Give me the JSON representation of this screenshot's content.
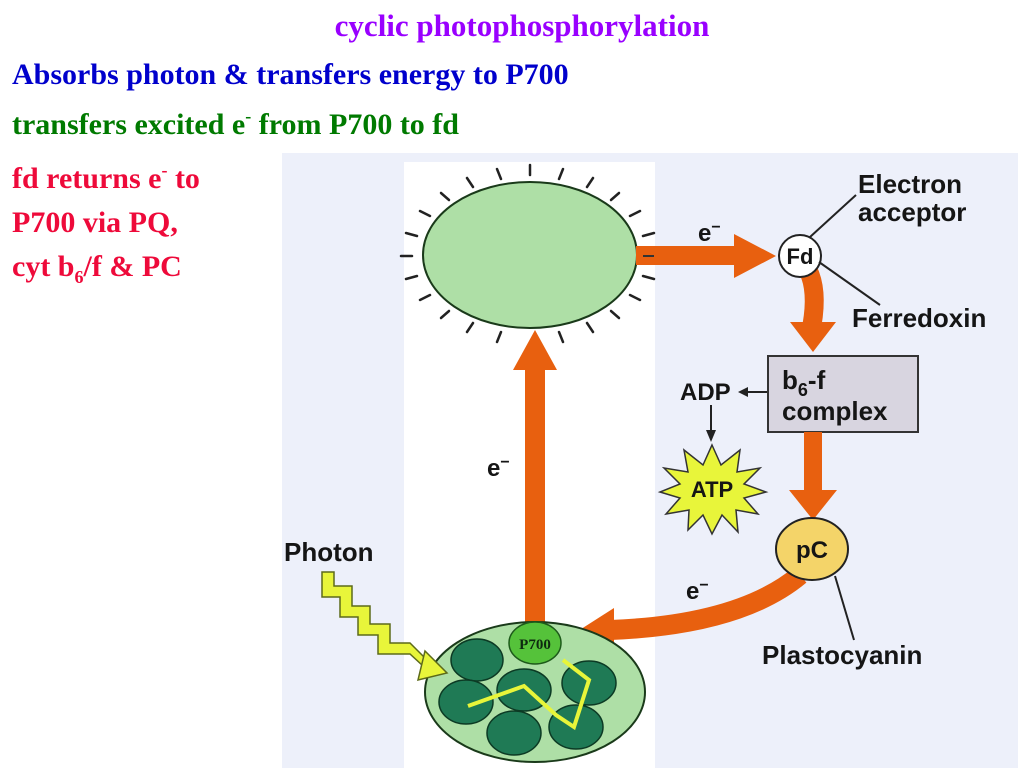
{
  "slide": {
    "title": "cyclic photophosphorylation",
    "line1": "Absorbs photon & transfers energy to P700",
    "line2": {
      "prefix": "transfers excited e",
      "sup": "-",
      "suffix": " from P700 to fd"
    },
    "line3": {
      "row1_prefix": "fd returns e",
      "row1_sup": "-",
      "row1_suffix": " to",
      "row2": "P700 via PQ,",
      "row3_prefix": "cyt b",
      "row3_sub": "6",
      "row3_suffix": "/f & PC"
    }
  },
  "diagram": {
    "labels": {
      "electron_acceptor_1": "Electron",
      "electron_acceptor_2": "acceptor",
      "fd": "Fd",
      "ferredoxin": "Ferredoxin",
      "b6f_b": "b",
      "b6f_sub": "6",
      "b6f_rest": "-f",
      "b6f_line2": "complex",
      "adp": "ADP",
      "atp": "ATP",
      "pc": "pC",
      "plastocyanin": "Plastocyanin",
      "photon": "Photon",
      "p700": "P700",
      "e_top": "e",
      "e_middle": "e",
      "e_bottom": "e",
      "minus": "−"
    },
    "colors": {
      "panel_bg": "#edf0fa",
      "arrow": "#e8600f",
      "light_green": "#aedfa6",
      "dark_green": "#1f7a55",
      "p700_green": "#55c23a",
      "photon_yellow": "#e8f53a",
      "pc_yellow": "#f4d469",
      "b6f_box": "#d8d5e0"
    }
  }
}
